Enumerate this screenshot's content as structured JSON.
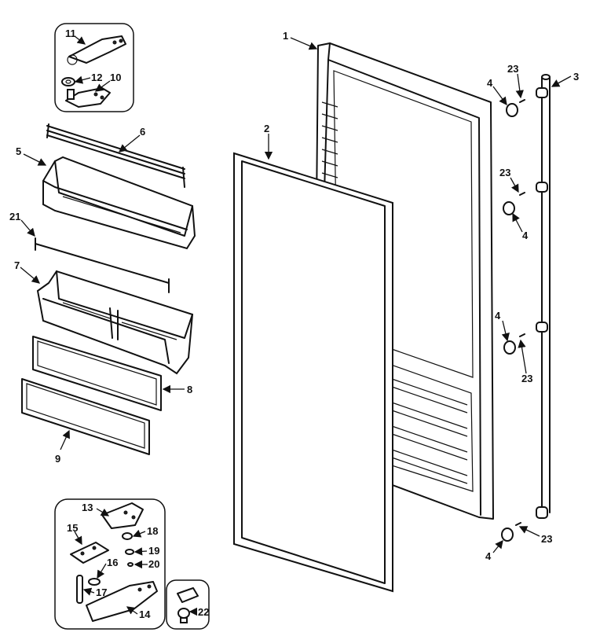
{
  "callouts": {
    "c1": "1",
    "c2": "2",
    "c3": "3",
    "c4a": "4",
    "c4b": "4",
    "c4c": "4",
    "c4d": "4",
    "c5": "5",
    "c6": "6",
    "c7": "7",
    "c8": "8",
    "c9": "9",
    "c10": "10",
    "c11": "11",
    "c12": "12",
    "c13": "13",
    "c14": "14",
    "c15": "15",
    "c16": "16",
    "c17": "17",
    "c18": "18",
    "c19": "19",
    "c20": "20",
    "c21": "21",
    "c22": "22",
    "c23a": "23",
    "c23b": "23",
    "c23c": "23",
    "c23d": "23"
  }
}
